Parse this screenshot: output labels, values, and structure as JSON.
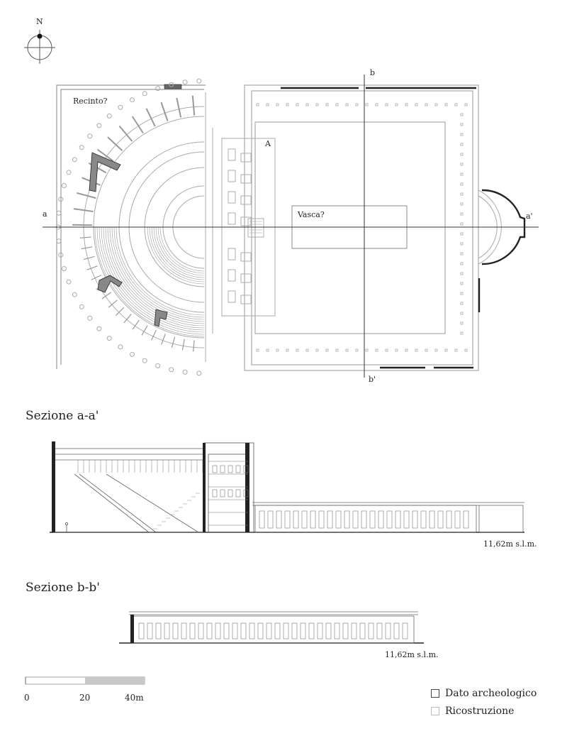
{
  "compass": {
    "north_label": "N"
  },
  "plan": {
    "label_recinto": "Recinto?",
    "label_A": "A",
    "label_vasca": "Vasca?",
    "section_a_start": "a",
    "section_a_end": "a'",
    "section_b_start": "b",
    "section_b_end": "b'"
  },
  "section_aa": {
    "title": "Sezione a-a'",
    "elevation": "11,62m s.l.m."
  },
  "section_bb": {
    "title": "Sezione b-b'",
    "elevation": "11,62m s.l.m."
  },
  "scale_bar": {
    "ticks": [
      "0",
      "20",
      "40m"
    ]
  },
  "legend": {
    "items": [
      {
        "label": "Dato archeologico"
      },
      {
        "label": "Ricostruzione"
      }
    ]
  },
  "colors": {
    "ink": "#222222",
    "reconstruction": "#aaaaaa",
    "fill_gray": "#c8c8c8"
  }
}
